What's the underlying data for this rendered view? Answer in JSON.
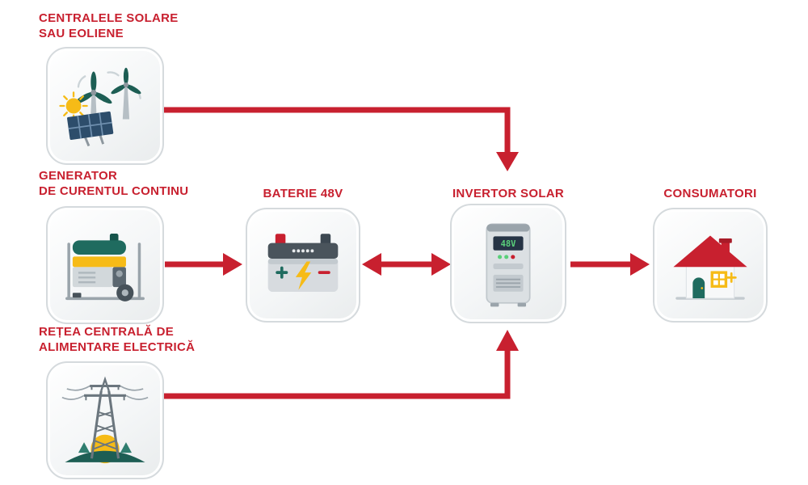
{
  "diagram": {
    "title": "Solar inverter system flow diagram",
    "colors": {
      "accent_red": "#c8202f",
      "teal": "#1f6b5f",
      "yellow": "#f6bb17",
      "gray": "#9aa4ab",
      "display_green": "#5ad07a"
    },
    "icons": {
      "solar_wind": "wind-turbines-and-solar-panel-icon",
      "generator": "portable-generator-icon",
      "grid": "power-transmission-tower-icon",
      "battery": "battery-icon",
      "inverter": "solar-inverter-icon",
      "consumers": "house-icon"
    }
  },
  "nodes": {
    "solar_wind": {
      "lines": [
        "CENTRALELE SOLARE",
        "SAU EOLIENE"
      ]
    },
    "generator": {
      "lines": [
        "GENERATOR",
        "DE CURENTUL CONTINU"
      ]
    },
    "grid": {
      "lines": [
        "REȚEA CENTRALĂ DE",
        "ALIMENTARE ELECTRICĂ"
      ]
    },
    "battery": {
      "label": "BATERIE 48V"
    },
    "inverter": {
      "label": "INVERTOR SOLAR",
      "display": "48V"
    },
    "consumers": {
      "label": "CONSUMATORI"
    }
  }
}
